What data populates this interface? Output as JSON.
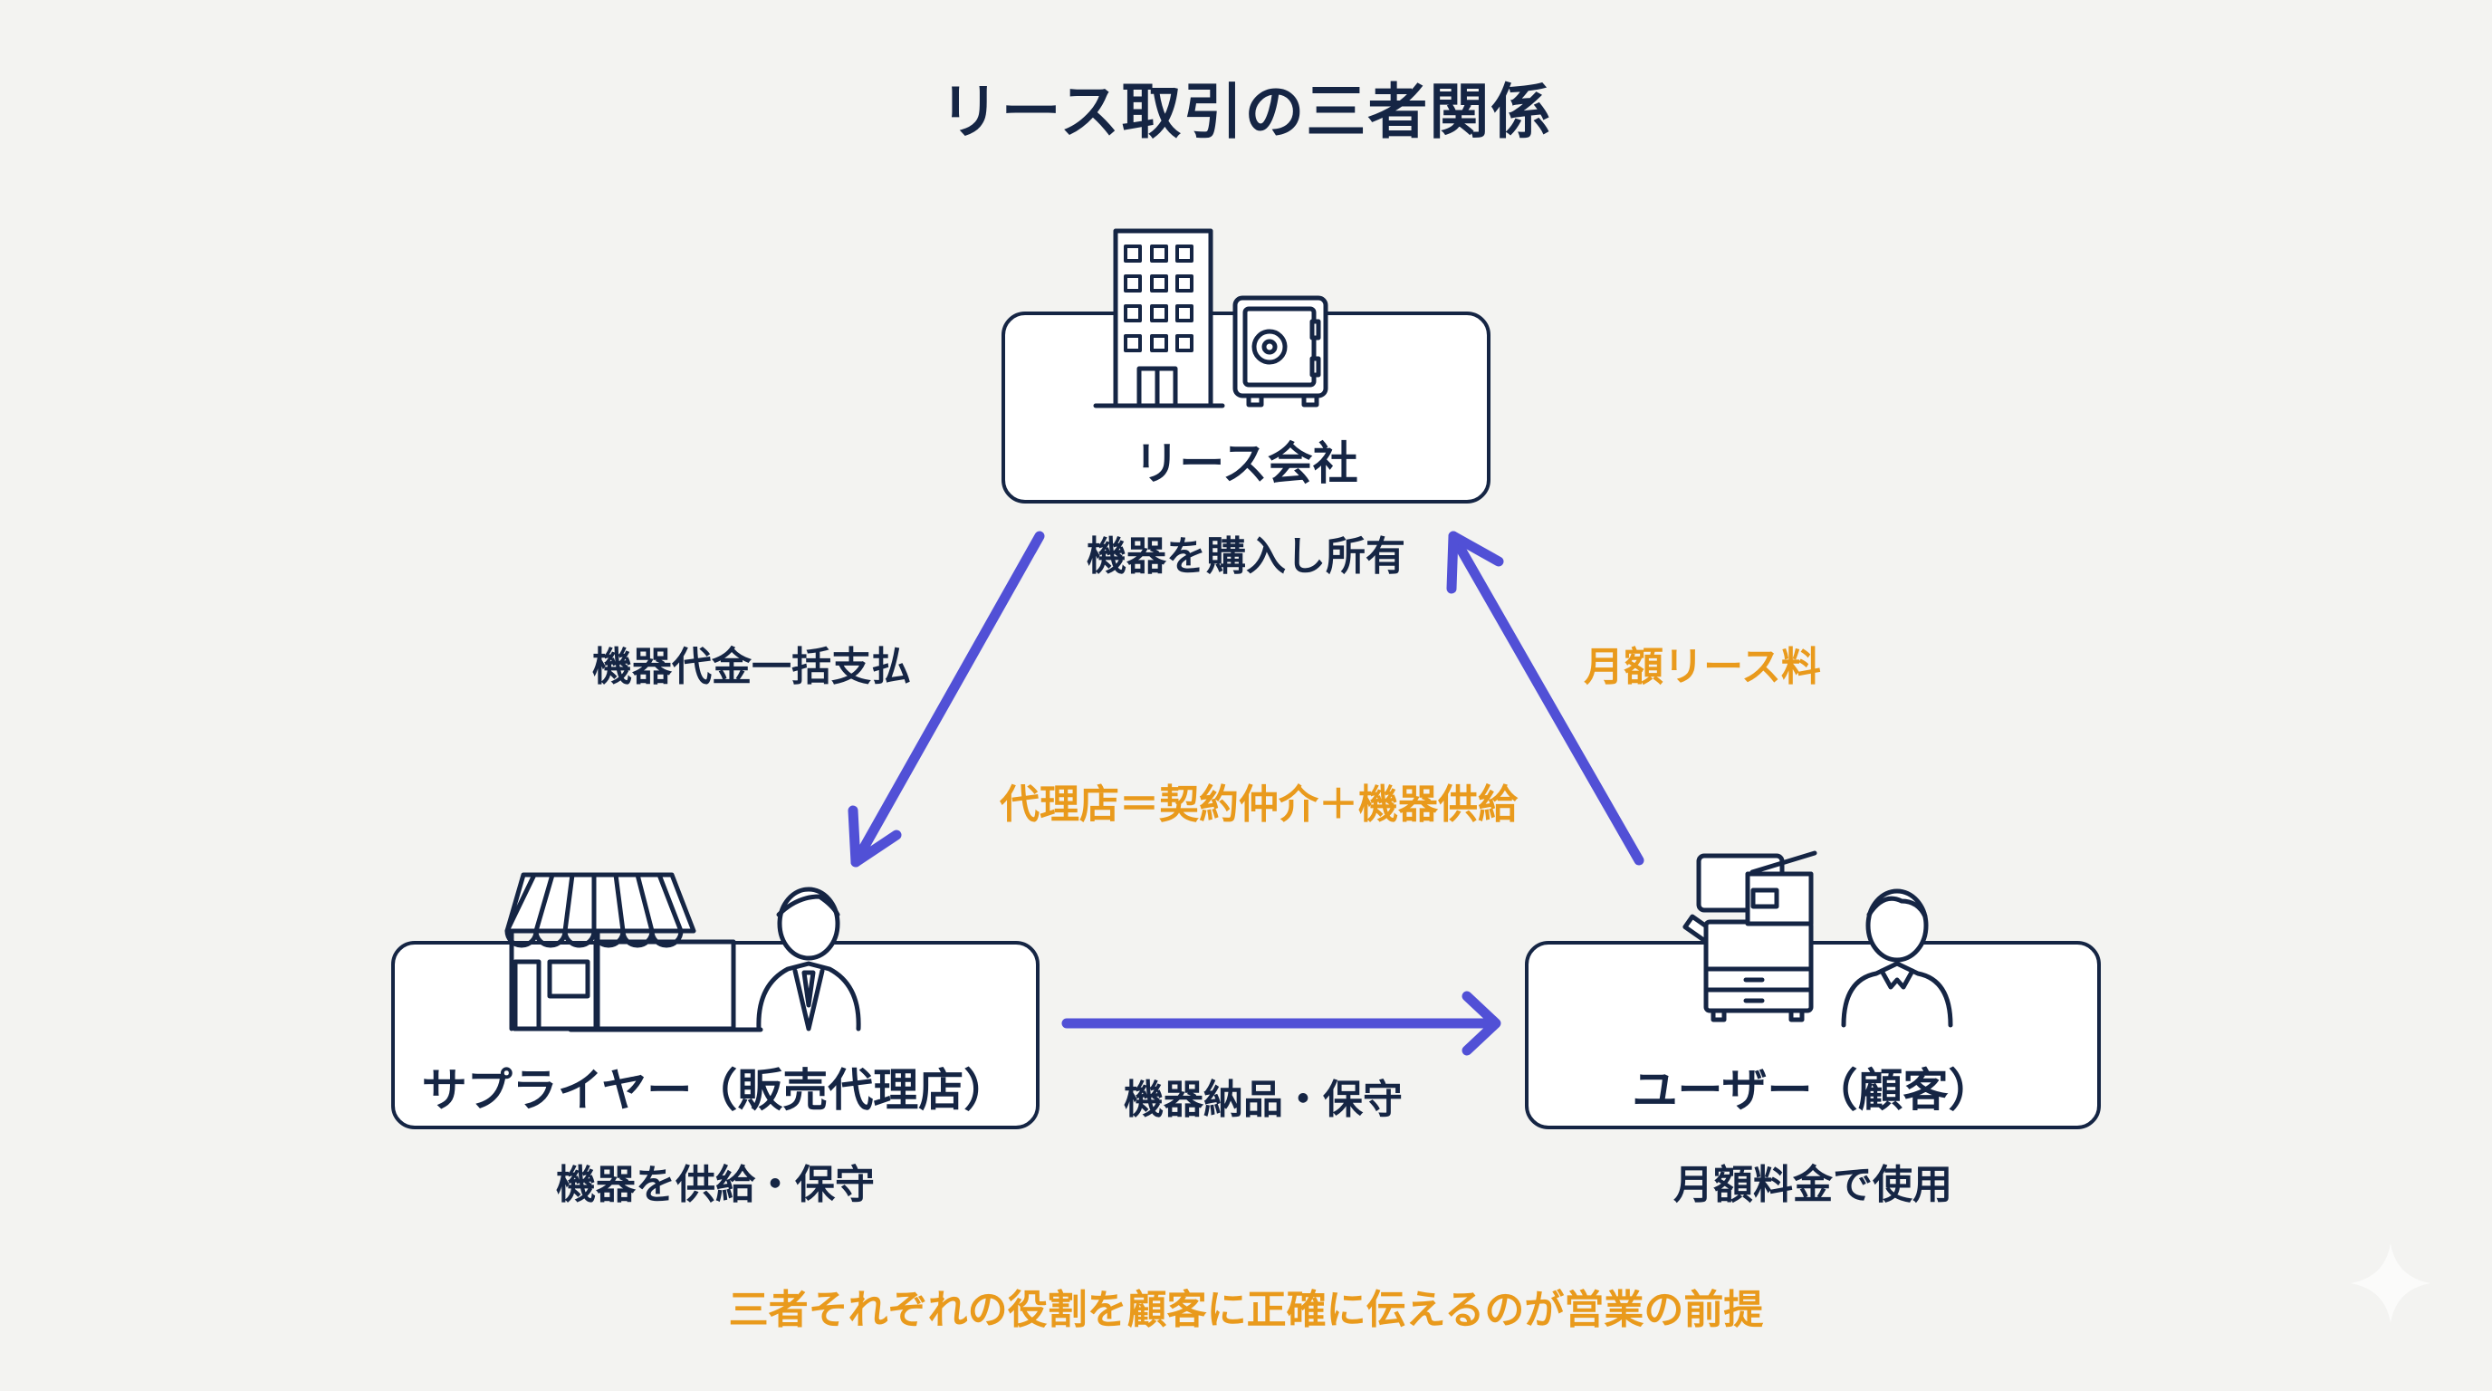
{
  "title": "リース取引の三者関係",
  "colors": {
    "navy": "#152544",
    "arrow": "#5150d6",
    "accent": "#e99a1c",
    "background": "#f3f3f1"
  },
  "nodes": {
    "lessor": {
      "label": "リース会社",
      "role": "機器を購入し所有",
      "icons": [
        "office-building-icon",
        "safe-icon"
      ]
    },
    "supplier": {
      "label": "サプライヤー（販売代理店）",
      "role": "機器を供給・保守",
      "icons": [
        "storefront-icon",
        "businessman-icon"
      ]
    },
    "user": {
      "label": "ユーザー（顧客）",
      "role": "月額料金で使用",
      "icons": [
        "copier-icon",
        "customer-icon"
      ]
    }
  },
  "flows": {
    "lessor_to_supplier": "機器代金一括支払",
    "user_to_lessor": "月額リース料",
    "supplier_to_user": "機器納品・保守"
  },
  "note_center": "代理店＝契約仲介＋機器供給",
  "footer": "三者それぞれの役割を顧客に正確に伝えるのが営業の前提",
  "decor": "sparkle-icon"
}
